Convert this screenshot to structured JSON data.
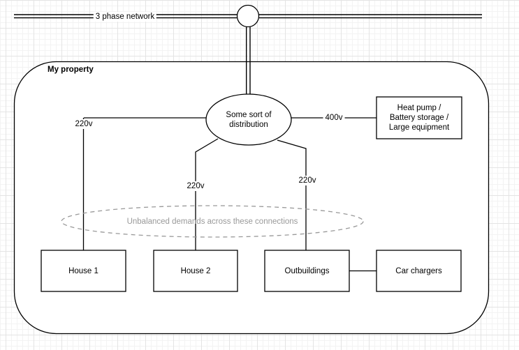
{
  "top_network": {
    "label": "3 phase network"
  },
  "property": {
    "label": "My property"
  },
  "nodes": {
    "distribution": {
      "line1": "Some sort of",
      "line2": "distribution"
    },
    "heat_pump": {
      "line1": "Heat pump /",
      "line2": "Battery storage /",
      "line3": "Large equipment"
    },
    "house1": {
      "label": "House 1"
    },
    "house2": {
      "label": "House 2"
    },
    "outbuildings": {
      "label": "Outbuildings"
    },
    "car_chargers": {
      "label": "Car chargers"
    }
  },
  "voltage_labels": {
    "feed_400v": "400v",
    "house1_220v": "220v",
    "house2_220v": "220v",
    "outbuildings_220v": "220v"
  },
  "annotation": {
    "text": "Unbalanced demands across these connections"
  },
  "colors": {
    "stroke": "#000000",
    "shape_fill": "#ffffff",
    "annotation_gray": "#999999",
    "grid_minor": "#f3f3f3",
    "grid_major": "#e4e4e4"
  }
}
